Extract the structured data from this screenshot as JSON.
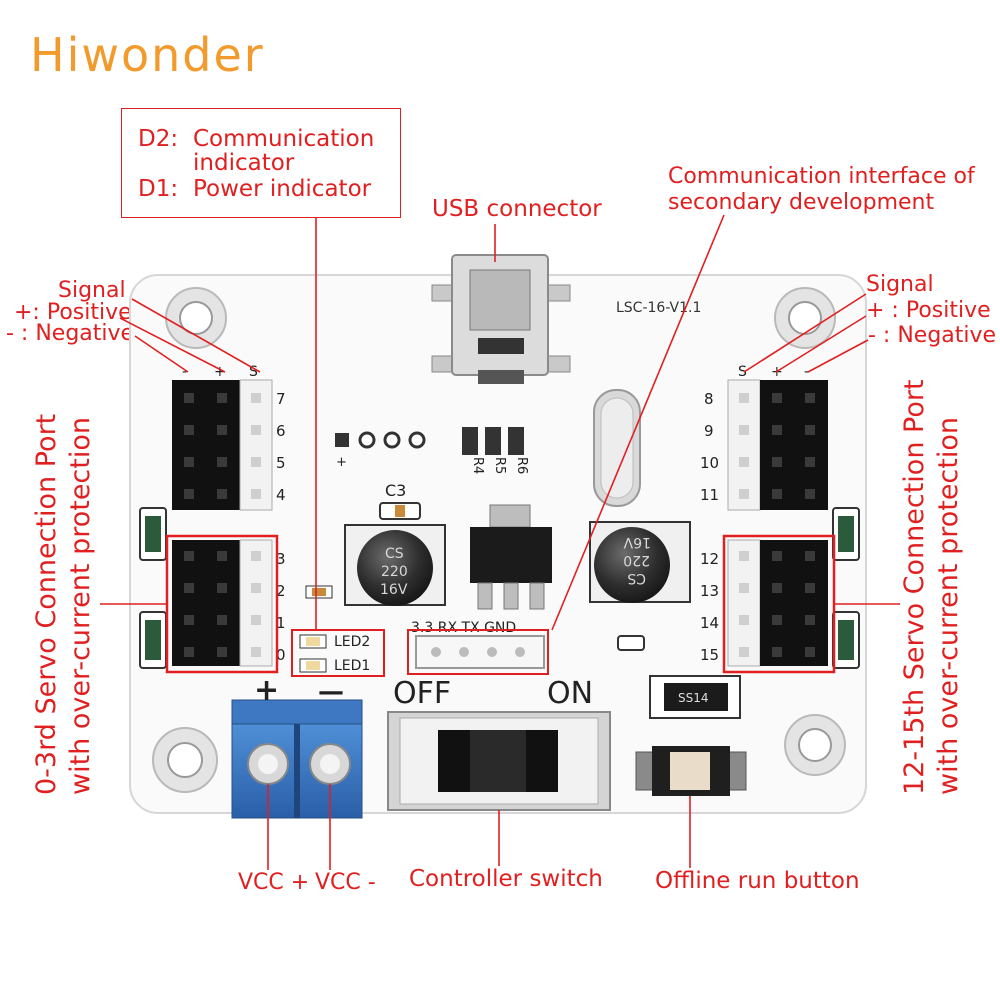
{
  "brand": {
    "name": "Hiwonder"
  },
  "indicator_box": {
    "d2_key": "D2:",
    "d2_text": "Communication",
    "d2_text2": "indicator",
    "d1_key": "D1:",
    "d1_text": "Power indicator"
  },
  "labels": {
    "usb": "USB connector",
    "comm_line1": "Communication interface of",
    "comm_line2": "secondary development",
    "left_signal": "Signal",
    "left_positive": "+: Positive",
    "left_negative": "- : Negative",
    "right_signal": "Signal",
    "right_positive": "+ : Positive",
    "right_negative": "- : Negative",
    "left_port_line1": "0-3rd  Servo Connection Port",
    "left_port_line2": "with over-current protection",
    "right_port_line1": "12-15th  Servo Connection Port",
    "right_port_line2": "with over-current protection",
    "vcc_plus": "VCC +",
    "vcc_minus": "VCC -",
    "switch": "Controller switch",
    "offline": "Offline run button"
  },
  "board": {
    "model": "LSC-16-V1.1",
    "c3": "C3",
    "cap_left": [
      "CS",
      "220",
      "16V"
    ],
    "cap_right": [
      "CS",
      "220",
      "16V"
    ],
    "resistors": [
      "R4",
      "R5",
      "R6"
    ],
    "comm_pins": "3.3 RX TX GND",
    "led2": "LED2",
    "led1": "LED1",
    "off": "OFF",
    "on": "ON",
    "plus": "+",
    "minus": "—",
    "ss14": "SS14",
    "pin_s": "S",
    "pin_plus": "+",
    "pin_minus": "-",
    "left_ports": [
      "7",
      "6",
      "5",
      "4",
      "3",
      "2",
      "1",
      "0"
    ],
    "right_ports": [
      "8",
      "9",
      "10",
      "11",
      "12",
      "13",
      "14",
      "15"
    ],
    "small_plus": "+"
  }
}
